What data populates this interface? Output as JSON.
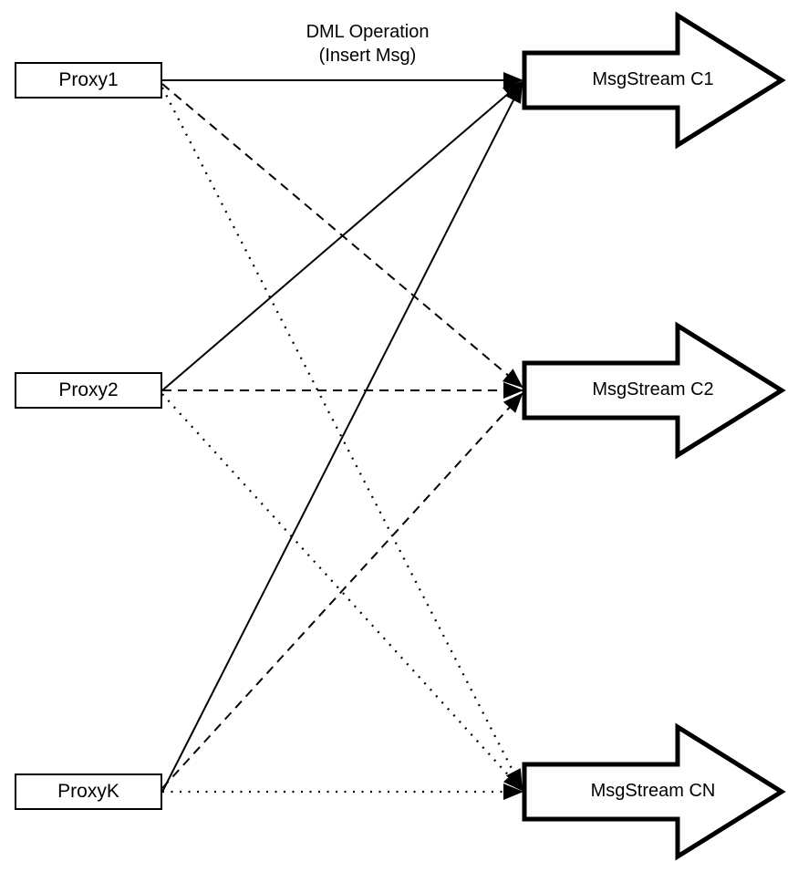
{
  "diagram": {
    "background_color": "#ffffff",
    "line_color": "#000000",
    "annotation": {
      "line1": "DML Operation",
      "line2": "(Insert Msg)"
    },
    "proxies": [
      {
        "label": "Proxy1"
      },
      {
        "label": "Proxy2"
      },
      {
        "label": "ProxyK"
      }
    ],
    "streams": [
      {
        "label": "MsgStream C1"
      },
      {
        "label": "MsgStream C2"
      },
      {
        "label": "MsgStream CN"
      }
    ],
    "edges": [
      {
        "from": "Proxy1",
        "to": "MsgStream C1",
        "line_style": "solid"
      },
      {
        "from": "Proxy2",
        "to": "MsgStream C1",
        "line_style": "solid"
      },
      {
        "from": "ProxyK",
        "to": "MsgStream C1",
        "line_style": "solid"
      },
      {
        "from": "Proxy1",
        "to": "MsgStream C2",
        "line_style": "dashed"
      },
      {
        "from": "Proxy2",
        "to": "MsgStream C2",
        "line_style": "dashed"
      },
      {
        "from": "ProxyK",
        "to": "MsgStream C2",
        "line_style": "dashed"
      },
      {
        "from": "Proxy1",
        "to": "MsgStream CN",
        "line_style": "dotted"
      },
      {
        "from": "Proxy2",
        "to": "MsgStream CN",
        "line_style": "dotted"
      },
      {
        "from": "ProxyK",
        "to": "MsgStream CN",
        "line_style": "dotted"
      }
    ]
  }
}
